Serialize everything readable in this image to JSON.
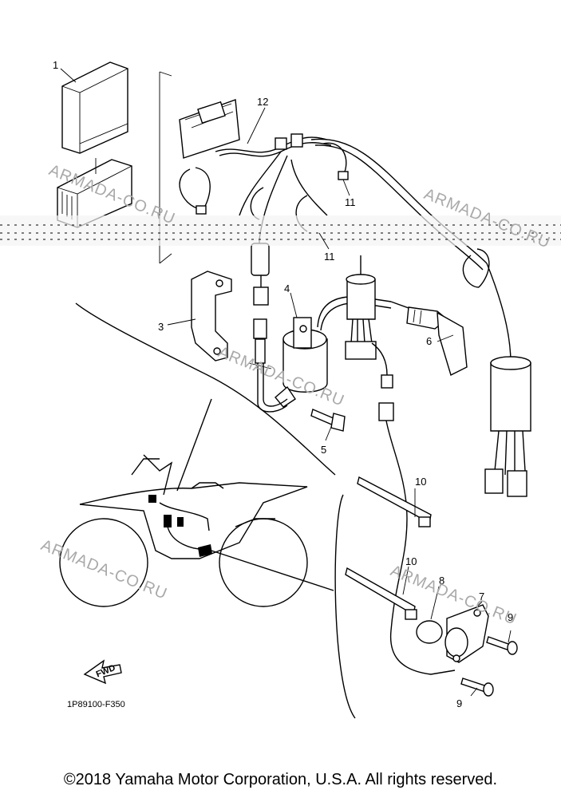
{
  "diagram": {
    "callouts": {
      "c1": "1",
      "c3": "3",
      "c4": "4",
      "c5": "5",
      "c6": "6",
      "c7": "7",
      "c8": "8",
      "c9a": "9",
      "c9b": "9",
      "c10a": "10",
      "c10b": "10",
      "c11a": "11",
      "c11b": "11",
      "c12": "12"
    },
    "watermarks": [
      "ARMADA-CO.RU",
      "ARMADA-CO.RU",
      "ARMADA-CO.RU",
      "ARMADA-CO.RU",
      "ARMADA-CO.RU"
    ],
    "fwd_label": "FWD",
    "diagram_code": "1P89100-F350",
    "copyright": "©2018 Yamaha Motor Corporation, U.S.A. All rights reserved."
  }
}
